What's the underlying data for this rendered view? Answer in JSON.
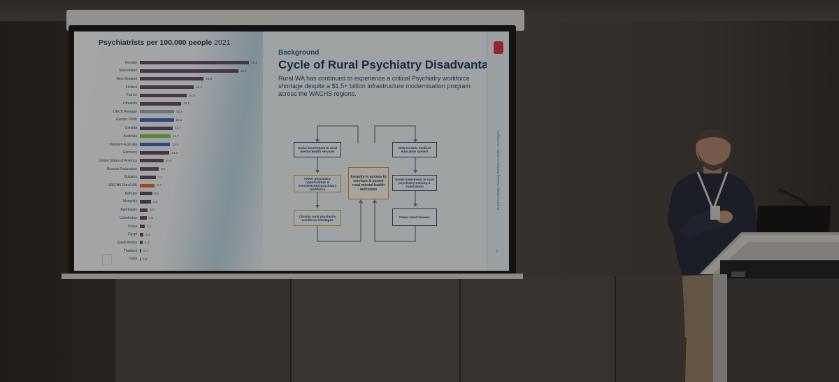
{
  "slide": {
    "chart_title": "Psychiatrists per 100,000 people",
    "chart_year": "2021",
    "kicker": "Background",
    "title": "Cycle of Rural Psychiatry Disadvantage",
    "body": "Rural WA has continued to experience a critical Psychiatry workforce shortage despite a $1.5+ billion infrastructure modernisation program across the WACHS regions.",
    "side_label": "Rural Psychiatry Training Western Australia",
    "side_sublabel": "Our Region",
    "side_number": "5",
    "diagram": {
      "center": "Inequity in access to services & poorer rural mental health outcomes",
      "left_top": "Under-investment in rural mental health services",
      "left_mid": "Fewer psychiatry opportunities & overstretched psychiatry workforce",
      "left_bottom": "Chronic rural psychiatry workforce shortages",
      "right_top": "Metrocentric medical education system",
      "right_mid": "Under-investment in rural psychiatry training & supervision",
      "right_bottom": "Fewer rural trainees"
    }
  },
  "chart_data": {
    "type": "bar",
    "orientation": "horizontal",
    "title": "Psychiatrists per 100,000 people 2021",
    "categories": [
      "Norway",
      "Switzerland",
      "New Zealand",
      "Finland",
      "France",
      "Lithuania",
      "OECD Average",
      "Greater Perth",
      "Canada",
      "Australia",
      "Western Australia",
      "Germany",
      "United States of America",
      "Russian Federation",
      "Bulgaria",
      "WACHS Rural WA",
      "Bahrain",
      "Mongolia",
      "Azerbaijan",
      "Uzbekistan",
      "China",
      "Egypt",
      "Saudi Arabia",
      "Thailand",
      "India"
    ],
    "values": [
      48.8,
      44.0,
      28.5,
      24.2,
      20.9,
      18.5,
      15.3,
      15.2,
      14.7,
      13.7,
      13.5,
      13.2,
      10.5,
      8.5,
      7.2,
      6.7,
      5.5,
      4.9,
      3.5,
      3.0,
      2.2,
      1.6,
      1.3,
      0.7,
      0.3
    ],
    "colors": [
      "#5e4a66",
      "#5e4a66",
      "#5e4a66",
      "#5e4a66",
      "#5e4a66",
      "#5e4a66",
      "#a0a4aa",
      "#3d63b8",
      "#5e4a66",
      "#7fc04a",
      "#3d63b8",
      "#5e4a66",
      "#5e4a66",
      "#5e4a66",
      "#5e4a66",
      "#e06a2c",
      "#5e4a66",
      "#5e4a66",
      "#5e4a66",
      "#5e4a66",
      "#5e4a66",
      "#5e4a66",
      "#5e4a66",
      "#5e4a66",
      "#5e4a66"
    ],
    "xlim": [
      0,
      50
    ]
  }
}
